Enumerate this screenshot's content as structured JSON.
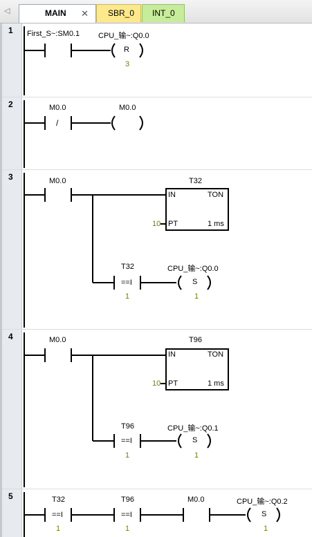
{
  "tabs": {
    "nav_glyph": "◁",
    "main": "MAIN",
    "main_close": "✕",
    "sbr": "SBR_0",
    "int": "INT_0"
  },
  "networks": [
    {
      "number": "1",
      "contact1_label": "First_S~:SM0.1",
      "coil_label": "CPU_输~:Q0.0",
      "coil_op": "R",
      "coil_param": "3"
    },
    {
      "number": "2",
      "contact1_label": "M0.0",
      "contact1_op": "/",
      "coil_label": "M0.0"
    },
    {
      "number": "3",
      "contact1_label": "M0.0",
      "timer_name": "T32",
      "timer_in": "IN",
      "timer_type": "TON",
      "timer_pt_value": "10",
      "timer_pt": "PT",
      "timer_base": "1 ms",
      "cmp_label": "T32",
      "cmp_op": "==I",
      "cmp_param": "1",
      "coil_label": "CPU_输~:Q0.0",
      "coil_op": "S",
      "coil_param": "1"
    },
    {
      "number": "4",
      "contact1_label": "M0.0",
      "timer_name": "T96",
      "timer_in": "IN",
      "timer_type": "TON",
      "timer_pt_value": "10",
      "timer_pt": "PT",
      "timer_base": "1 ms",
      "cmp_label": "T96",
      "cmp_op": "==I",
      "cmp_param": "1",
      "coil_label": "CPU_输~:Q0.1",
      "coil_op": "S",
      "coil_param": "1"
    },
    {
      "number": "5",
      "cmp1_label": "T32",
      "cmp1_op": "==I",
      "cmp1_param": "1",
      "cmp2_label": "T96",
      "cmp2_op": "==I",
      "cmp2_param": "1",
      "contact3_label": "M0.0",
      "coil_label": "CPU_输~:Q0.2",
      "coil_op": "S",
      "coil_param": "1"
    }
  ]
}
